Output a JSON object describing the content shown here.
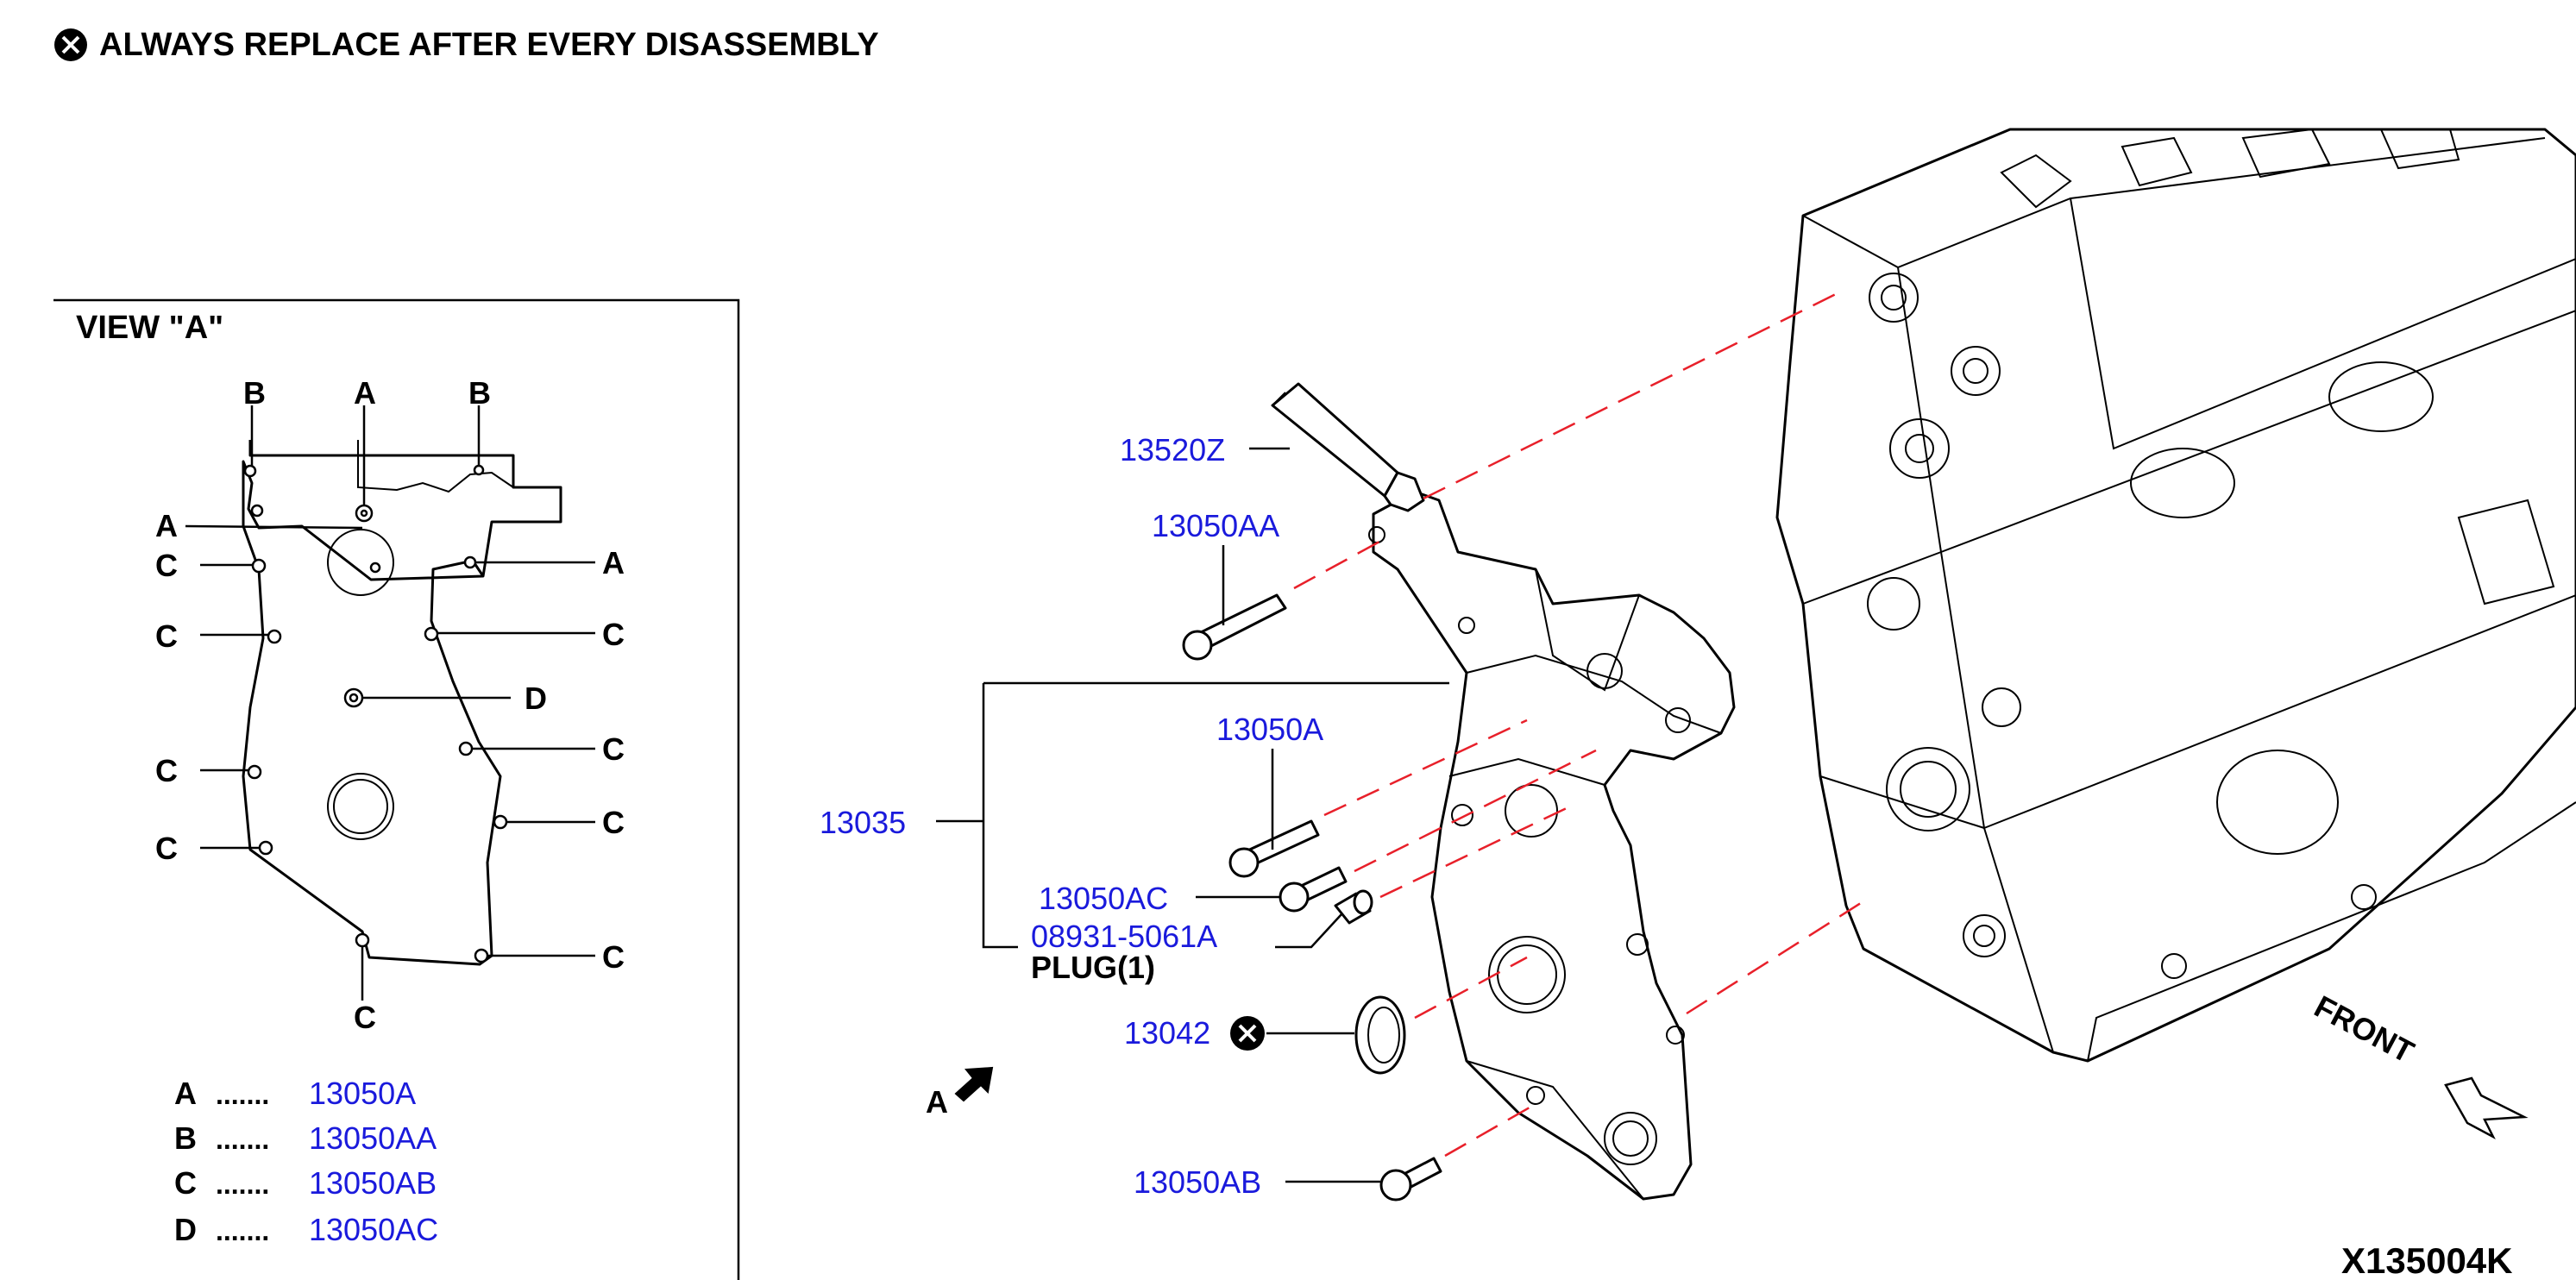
{
  "header": {
    "note": "ALWAYS REPLACE AFTER EVERY DISASSEMBLY",
    "icon": "x-circle-icon"
  },
  "view_a": {
    "title": "VIEW \"A\"",
    "markers": {
      "top_b1": "B",
      "top_a": "A",
      "top_b2": "B",
      "left_a": "A",
      "right_a": "A",
      "left_c1": "C",
      "left_c2": "C",
      "left_c3": "C",
      "left_c4": "C",
      "right_c1": "C",
      "right_c2": "C",
      "right_c3": "C",
      "right_c4": "C",
      "bottom_c": "C",
      "right_d": "D"
    },
    "legend": [
      {
        "letter": "A",
        "dots": ".......",
        "part": "13050A"
      },
      {
        "letter": "B",
        "dots": ".......",
        "part": "13050AA"
      },
      {
        "letter": "C",
        "dots": ".......",
        "part": "13050AB"
      },
      {
        "letter": "D",
        "dots": ".......",
        "part": "13050AC"
      }
    ]
  },
  "callouts": {
    "p13520Z": "13520Z",
    "p13050AA": "13050AA",
    "p13050A": "13050A",
    "p13035": "13035",
    "p13050AC": "13050AC",
    "p08931": "08931-5061A",
    "plug": "PLUG(1)",
    "p13042": "13042",
    "p13050AB": "13050AB",
    "view_arrow": "A",
    "front": "FRONT"
  },
  "figure_code": "X135004K",
  "colors": {
    "part_number": "#1a1adc",
    "hidden_line": "#e8202a",
    "text": "#000000"
  }
}
